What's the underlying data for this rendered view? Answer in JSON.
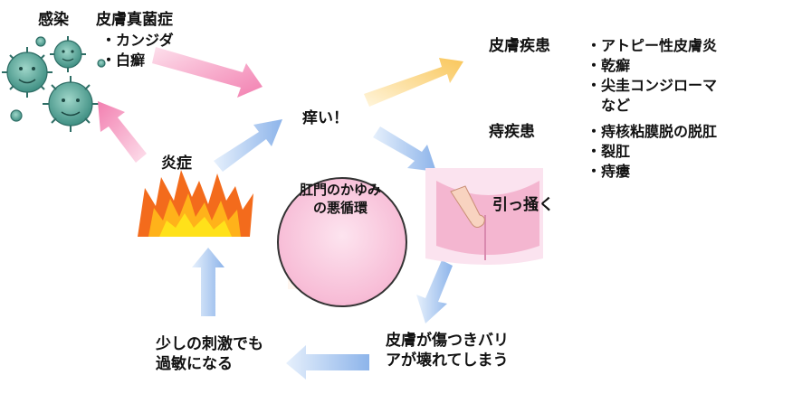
{
  "infection": {
    "label": "感染",
    "category": "皮膚真菌症",
    "items": [
      "・カンジダ",
      "・白癬"
    ]
  },
  "itch": {
    "label": "痒い！"
  },
  "skin_disease": {
    "label": "皮膚疾患",
    "items": [
      "・アトピー性皮膚炎",
      "・乾癬",
      "・尖圭コンジローマ",
      "　など"
    ]
  },
  "hemorrhoid": {
    "label": "痔疾患",
    "items": [
      "・痔核粘膜脱の脱肛",
      "・裂肛",
      "・痔瘻"
    ]
  },
  "inflammation": {
    "label": "炎症"
  },
  "center": {
    "lines": [
      "肛門のかゆみ",
      "の悪循環"
    ]
  },
  "scratch": {
    "label": "引っ掻く"
  },
  "barrier": {
    "lines": [
      "皮膚が傷つきバリ",
      "アが壊れてしまう"
    ]
  },
  "sensitive": {
    "lines": [
      "少しの刺激でも",
      "過敏になる"
    ]
  },
  "colors": {
    "arrow_pink": "#f7a6c4",
    "arrow_blue": "#a9c8f0",
    "arrow_yellow": "#fbd98c",
    "germ": "#5aa59a",
    "fire_orange": "#f36b1c",
    "fire_yellow": "#ffe11a",
    "center_pink": "#f7bcd6"
  }
}
